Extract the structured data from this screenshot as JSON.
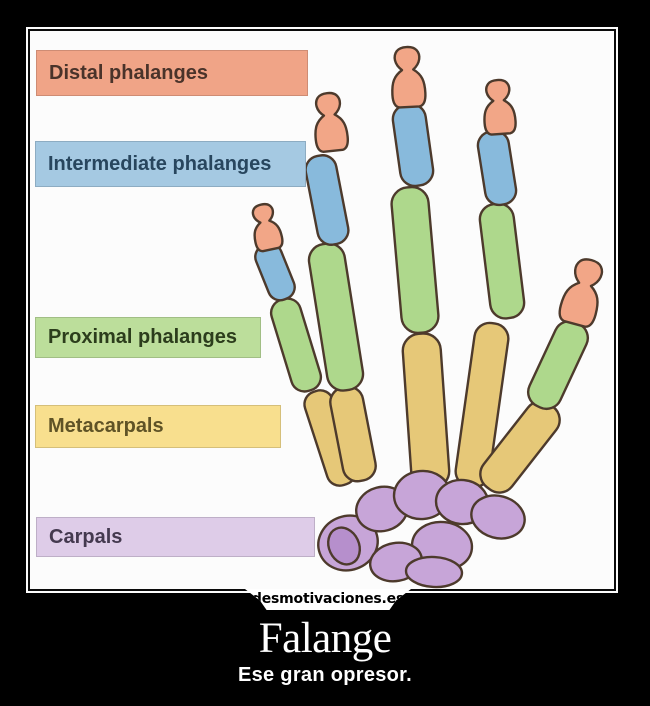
{
  "poster": {
    "background_color": "#000000",
    "text_color": "#ffffff",
    "watermark_text": "desmotivaciones.es",
    "title": "Falange",
    "subtitle": "Ese gran opresor."
  },
  "diagram": {
    "labels": [
      {
        "text": "Distal phalanges",
        "bg_color": "#f0a487",
        "text_color": "#4a332a"
      },
      {
        "text": "Intermediate phalanges",
        "bg_color": "#a5c9e2",
        "text_color": "#28465e"
      },
      {
        "text": "Proximal phalanges",
        "bg_color": "#bcde9b",
        "text_color": "#2c3d1c"
      },
      {
        "text": "Metacarpals",
        "bg_color": "#f8df8e",
        "text_color": "#5f5326"
      },
      {
        "text": "Carpals",
        "bg_color": "#decce8",
        "text_color": "#44394f"
      }
    ],
    "bone_colors": {
      "distal_phalanx": "#f2a687",
      "intermediate_phalanx": "#88badc",
      "proximal_phalanx": "#aed88c",
      "metacarpal": "#e6c878",
      "carpal": "#c7a5d8",
      "carpal_inner": "#b68fcc",
      "outline": "#4d3a2c"
    }
  }
}
